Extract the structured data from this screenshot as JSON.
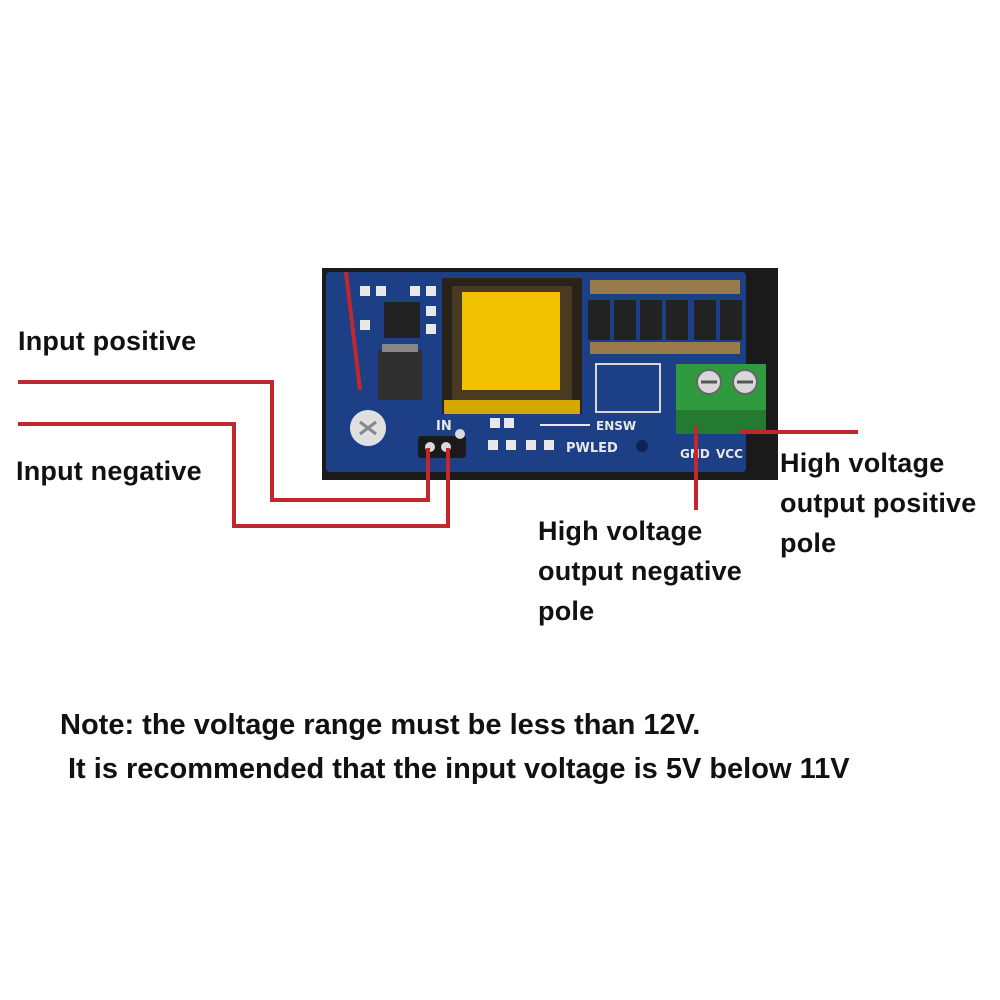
{
  "labels": {
    "input_positive": "Input positive",
    "input_negative": "Input negative",
    "hv_negative": [
      "High voltage",
      "output negative",
      "pole"
    ],
    "hv_positive": [
      "High voltage",
      "output positive",
      "pole"
    ]
  },
  "board_silkscreen": {
    "in": "IN",
    "ensw": "ENSW",
    "pwled": "PWLED",
    "gnd": "GND",
    "vcc": "VCC"
  },
  "note": {
    "line1": "Note: the voltage range must be less than 12V.",
    "line2": "It is recommended that the input voltage is 5V below 11V"
  },
  "colors": {
    "wire": "#c0282d",
    "pcb": "#1d3f86",
    "transformer": "#f2c200",
    "terminal": "#2f9a3e"
  }
}
